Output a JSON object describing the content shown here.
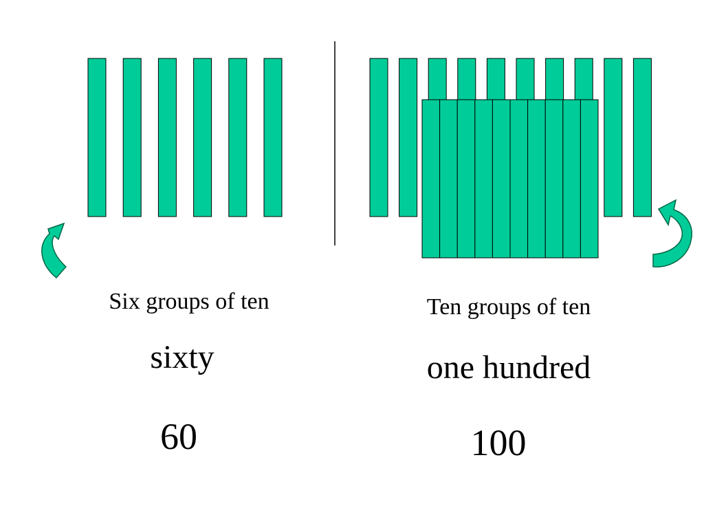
{
  "colors": {
    "rod_fill": "#00cc99",
    "rod_stroke": "#000000",
    "arrow_fill": "#00cc99",
    "arrow_stroke": "#006644",
    "divider": "#000000"
  },
  "left_panel": {
    "rod_count": 6,
    "caption": "Six groups of ten",
    "word": "sixty",
    "number": "60",
    "arrow_icon": "curved-arrow-icon"
  },
  "right_panel": {
    "back_rod_count": 10,
    "front_rod_count": 10,
    "caption": "Ten groups of ten",
    "word": "one hundred",
    "number": "100",
    "arrow_icon": "curved-arrow-icon"
  }
}
